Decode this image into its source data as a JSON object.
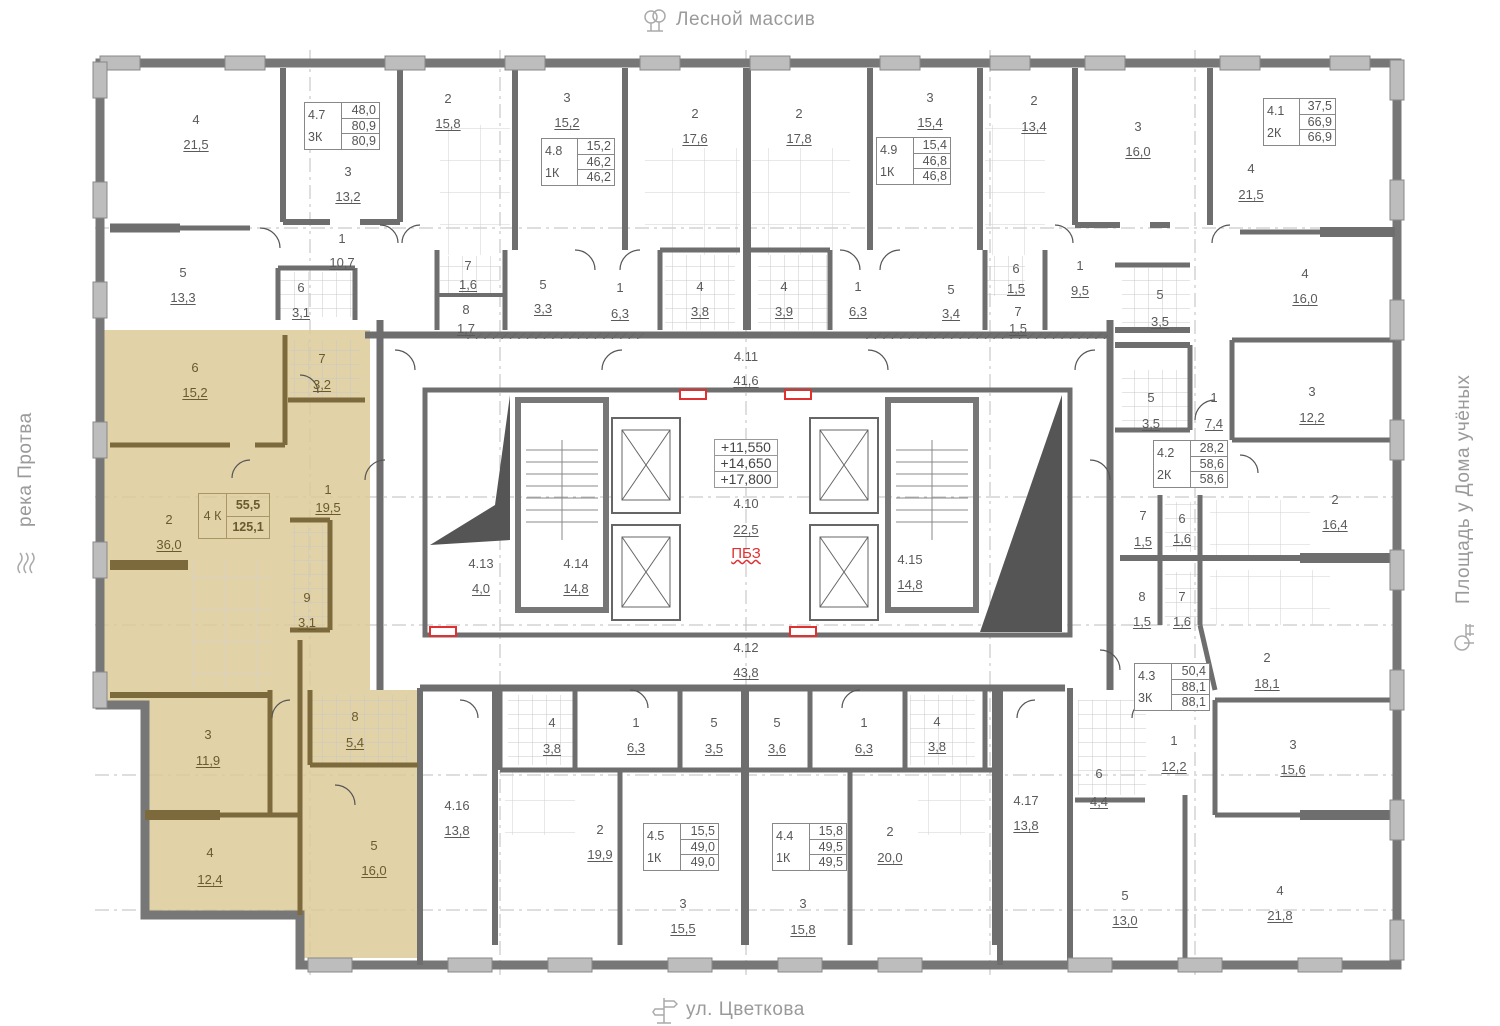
{
  "orientation": {
    "top": "Лесной массив",
    "bottom": "ул. Цветкова",
    "left": "река Протва",
    "right": "Площадь у Дома учёных"
  },
  "icons": {
    "top": "forest-icon",
    "bottom": "signpost-icon",
    "left": "river-waves-icon",
    "right": "square-park-icon"
  },
  "rooms": [
    {
      "n": "4",
      "a": "21,5"
    },
    {
      "n": "3",
      "a": "13,2"
    },
    {
      "n": "1",
      "a": "10,7"
    },
    {
      "n": "5",
      "a": "13,3"
    },
    {
      "n": "6",
      "a": "3,1"
    },
    {
      "n": "2",
      "a": "15,8"
    },
    {
      "n": "3",
      "a": "15,2"
    },
    {
      "n": "7",
      "a": "1,6"
    },
    {
      "n": "8",
      "a": "1,7"
    },
    {
      "n": "5",
      "a": "3,3"
    },
    {
      "n": "1",
      "a": "6,3"
    },
    {
      "n": "2",
      "a": "17,6"
    },
    {
      "n": "2",
      "a": "17,8"
    },
    {
      "n": "4",
      "a": "3,8"
    },
    {
      "n": "4",
      "a": "3,9"
    },
    {
      "n": "1",
      "a": "6,3"
    },
    {
      "n": "3",
      "a": "15,4"
    },
    {
      "n": "5",
      "a": "3,4"
    },
    {
      "n": "2",
      "a": "13,4"
    },
    {
      "n": "6",
      "a": "1,5"
    },
    {
      "n": "7",
      "a": "1,5"
    },
    {
      "n": "1",
      "a": "9,5"
    },
    {
      "n": "3",
      "a": "16,0"
    },
    {
      "n": "4",
      "a": "21,5"
    },
    {
      "n": "4",
      "a": "16,0"
    },
    {
      "n": "5",
      "a": "3,5"
    },
    {
      "n": "1",
      "a": "7,4"
    },
    {
      "n": "3",
      "a": "12,2"
    },
    {
      "n": "5",
      "a": "3,5"
    },
    {
      "n": "2",
      "a": "16,4"
    },
    {
      "n": "7",
      "a": "1,5"
    },
    {
      "n": "6",
      "a": "1,6"
    },
    {
      "n": "8",
      "a": "1,5"
    },
    {
      "n": "7",
      "a": "1,6"
    },
    {
      "n": "2",
      "a": "18,1"
    },
    {
      "n": "1",
      "a": "12,2"
    },
    {
      "n": "3",
      "a": "15,6"
    },
    {
      "n": "6",
      "a": "4,4"
    },
    {
      "n": "5",
      "a": "13,0"
    },
    {
      "n": "4",
      "a": "21,8"
    },
    {
      "n": "4",
      "a": "3,8"
    },
    {
      "n": "1",
      "a": "6,3"
    },
    {
      "n": "5",
      "a": "3,5"
    },
    {
      "n": "5",
      "a": "3,6"
    },
    {
      "n": "1",
      "a": "6,3"
    },
    {
      "n": "4",
      "a": "3,8"
    },
    {
      "n": "2",
      "a": "19,9"
    },
    {
      "n": "3",
      "a": "15,5"
    },
    {
      "n": "3",
      "a": "15,8"
    },
    {
      "n": "2",
      "a": "20,0"
    },
    {
      "n": "4.11",
      "a": "41,6"
    },
    {
      "n": "4.10",
      "a": "22,5"
    },
    {
      "n": "4.12",
      "a": "43,8"
    },
    {
      "n": "4.13",
      "a": "4,0"
    },
    {
      "n": "4.14",
      "a": "14,8"
    },
    {
      "n": "4.15",
      "a": "14,8"
    },
    {
      "n": "4.16",
      "a": "13,8"
    },
    {
      "n": "4.17",
      "a": "13,8"
    }
  ],
  "highlighted_rooms": [
    {
      "n": "6",
      "a": "15,2"
    },
    {
      "n": "7",
      "a": "3,2"
    },
    {
      "n": "2",
      "a": "36,0"
    },
    {
      "n": "1",
      "a": "19,5"
    },
    {
      "n": "9",
      "a": "3,1"
    },
    {
      "n": "3",
      "a": "11,9"
    },
    {
      "n": "8",
      "a": "5,4"
    },
    {
      "n": "4",
      "a": "12,4"
    },
    {
      "n": "5",
      "a": "16,0"
    }
  ],
  "apartments": [
    {
      "id": "4.7",
      "type": "3К",
      "values": [
        "48,0",
        "80,9",
        "80,9"
      ]
    },
    {
      "id": "4.8",
      "type": "1К",
      "values": [
        "15,2",
        "46,2",
        "46,2"
      ]
    },
    {
      "id": "4.9",
      "type": "1К",
      "values": [
        "15,4",
        "46,8",
        "46,8"
      ]
    },
    {
      "id": "4.1",
      "type": "2К",
      "values": [
        "37,5",
        "66,9",
        "66,9"
      ]
    },
    {
      "id": "4.2",
      "type": "2К",
      "values": [
        "28,2",
        "58,6",
        "58,6"
      ]
    },
    {
      "id": "4.3",
      "type": "3К",
      "values": [
        "50,4",
        "88,1",
        "88,1"
      ]
    },
    {
      "id": "4.5",
      "type": "1К",
      "values": [
        "15,5",
        "49,0",
        "49,0"
      ]
    },
    {
      "id": "4.4",
      "type": "1К",
      "values": [
        "15,8",
        "49,5",
        "49,5"
      ]
    }
  ],
  "highlighted_apartment": {
    "type": "4 К",
    "living": "55,5",
    "total": "125,1"
  },
  "core": {
    "elevations": [
      "+11,550",
      "+14,650",
      "+17,800"
    ],
    "fire_zone": "ПБЗ"
  },
  "colors": {
    "highlight": "#dccb98",
    "highlight_wall": "#7d6a3c",
    "wall": "#6e6e6e",
    "fire_zone": "#e03030",
    "text": "#5a5a5a"
  }
}
